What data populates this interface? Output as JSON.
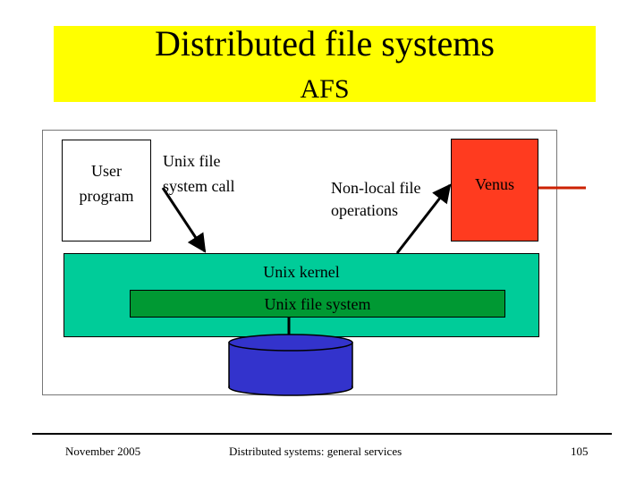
{
  "slide": {
    "title": "Distributed file systems",
    "subtitle": "AFS"
  },
  "diagram": {
    "user_program": "User program",
    "syscall": "Unix file system call",
    "nonlocal": "Non-local file operations",
    "venus": "Venus",
    "kernel": "Unix kernel",
    "file_system": "Unix file system",
    "icons": [
      "disk-icon",
      "arrow-icon"
    ]
  },
  "colors": {
    "title_band": "#ffff00",
    "venus": "#ff3b1f",
    "kernel": "#00cc99",
    "file_system": "#009933",
    "disk": "#3333cc"
  },
  "footer": {
    "date": "November 2005",
    "course": "Distributed systems: general services",
    "page": "105"
  }
}
